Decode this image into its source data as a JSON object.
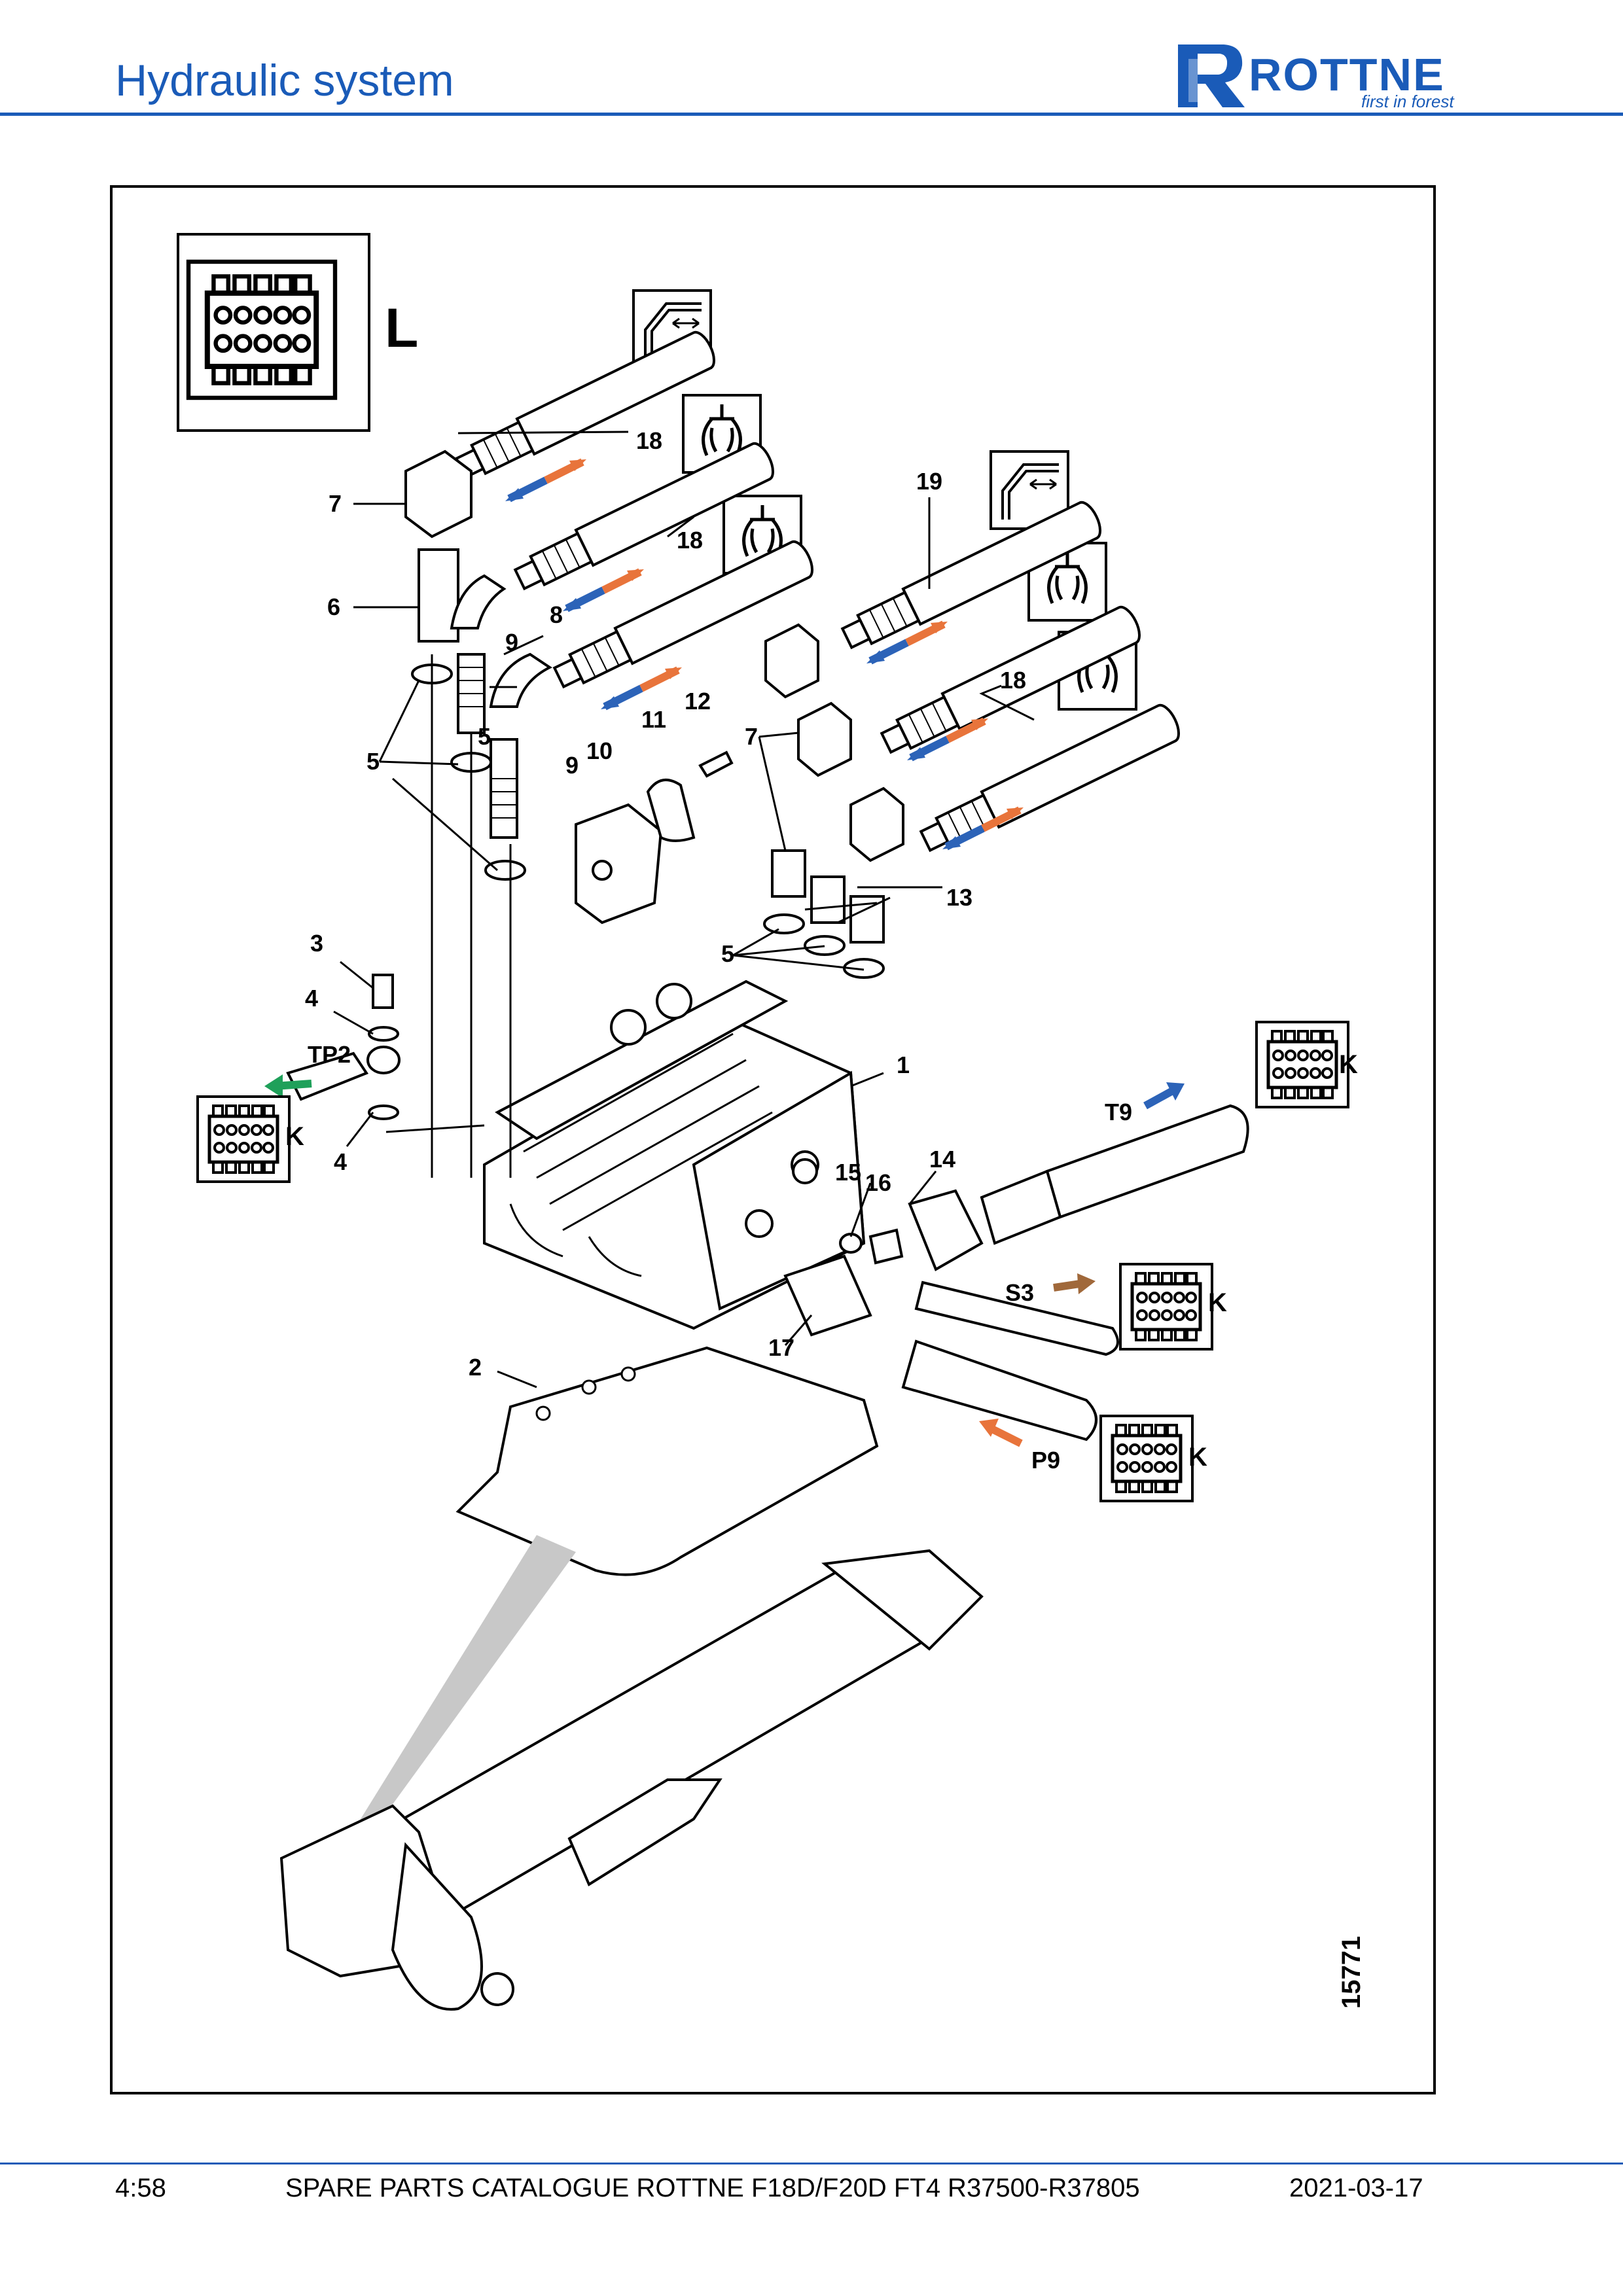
{
  "header": {
    "title": "Hydraulic system"
  },
  "logo": {
    "brand": "ROTTNE",
    "tagline": "first in forest"
  },
  "colors": {
    "accent": "#1a5bb8",
    "orange": "#e8743b",
    "blue": "#2c63b8",
    "green": "#1fa05a",
    "brown": "#a0683a"
  },
  "diagram": {
    "connector_letter_L": "L",
    "connector_letter_K": "K",
    "drawing_number": "15771",
    "ports": {
      "tp2": "TP2",
      "t9": "T9",
      "s3": "S3",
      "p9": "P9"
    },
    "callouts": [
      "1",
      "2",
      "3",
      "4",
      "4",
      "5",
      "5",
      "5",
      "6",
      "7",
      "7",
      "8",
      "9",
      "9",
      "10",
      "11",
      "12",
      "13",
      "14",
      "15",
      "16",
      "17",
      "18",
      "18",
      "18",
      "19"
    ]
  },
  "footer": {
    "page": "4:58",
    "catalogue": "SPARE PARTS CATALOGUE ROTTNE F18D/F20D FT4 R37500-R37805",
    "date": "2021-03-17"
  }
}
